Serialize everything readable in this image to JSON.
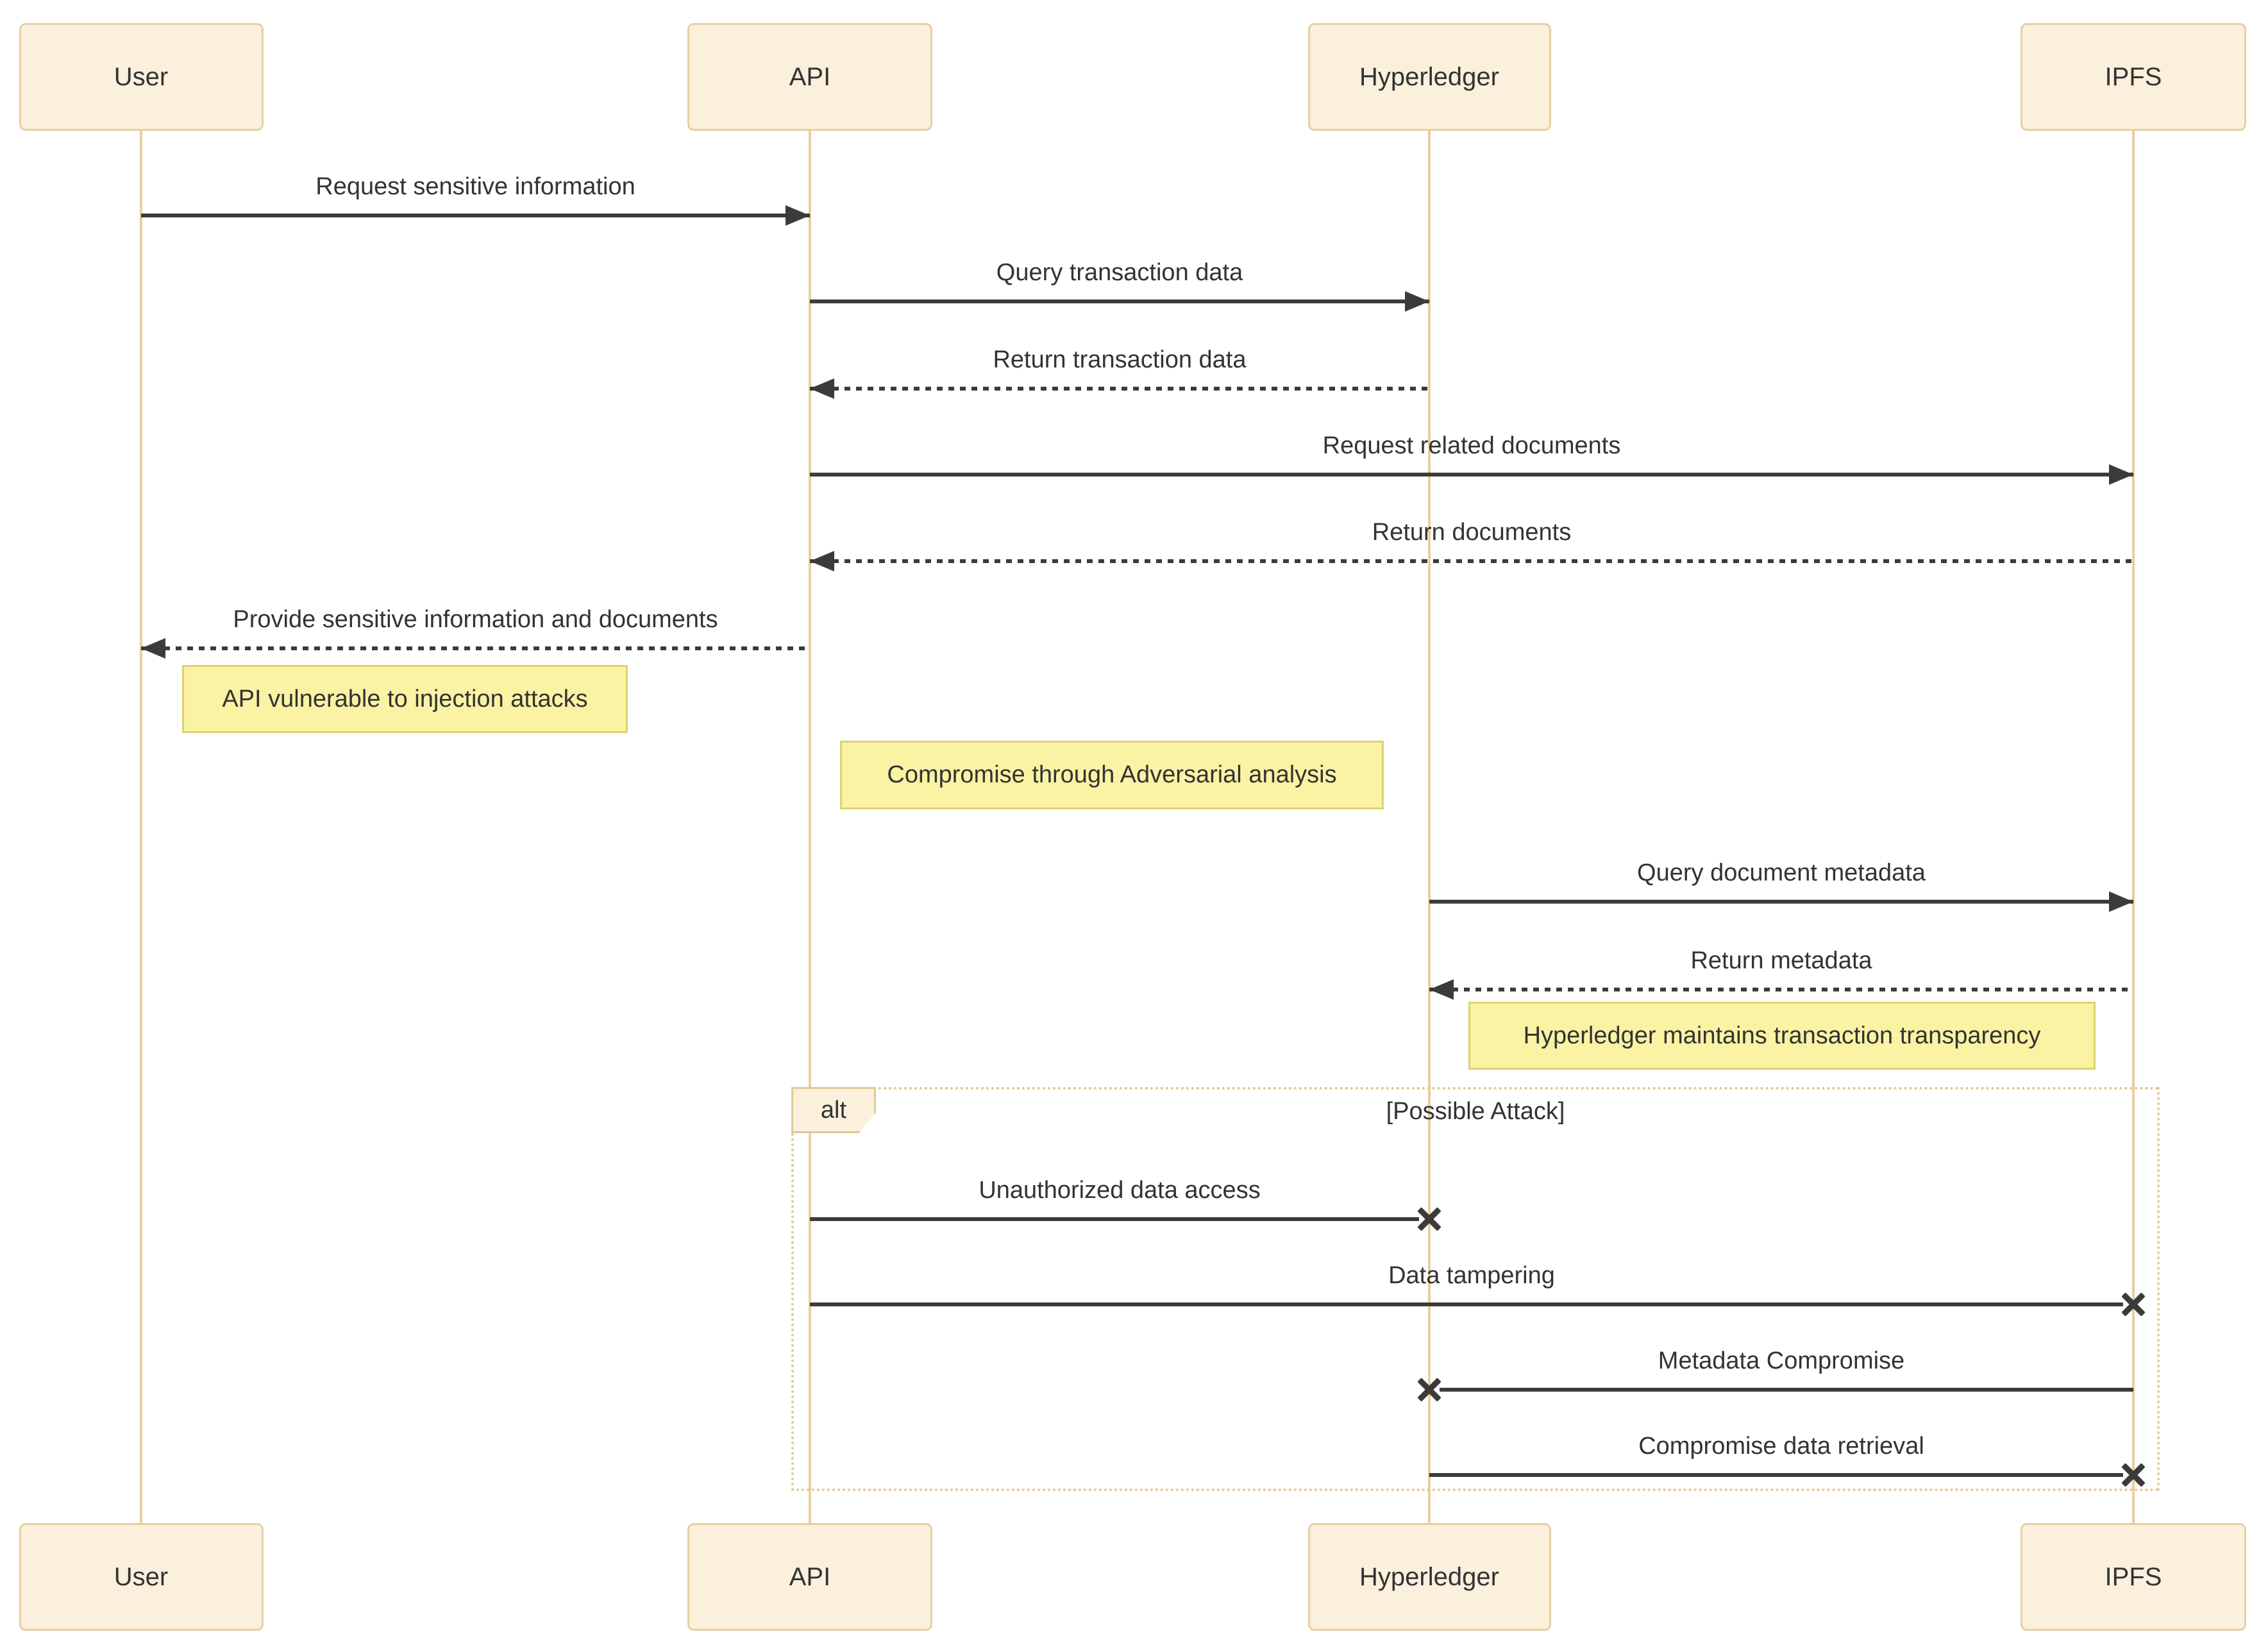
{
  "diagram": {
    "type": "sequence",
    "actors": [
      {
        "name": "User"
      },
      {
        "name": "API"
      },
      {
        "name": "Hyperledger"
      },
      {
        "name": "IPFS"
      }
    ],
    "messages": [
      {
        "from": "User",
        "to": "API",
        "label": "Request sensitive information",
        "line": "solid",
        "end": "arrow"
      },
      {
        "from": "API",
        "to": "Hyperledger",
        "label": "Query transaction data",
        "line": "solid",
        "end": "arrow"
      },
      {
        "from": "Hyperledger",
        "to": "API",
        "label": "Return transaction data",
        "line": "dotted",
        "end": "arrow"
      },
      {
        "from": "API",
        "to": "IPFS",
        "label": "Request related documents",
        "line": "solid",
        "end": "arrow"
      },
      {
        "from": "IPFS",
        "to": "API",
        "label": "Return documents",
        "line": "dotted",
        "end": "arrow"
      },
      {
        "from": "API",
        "to": "User",
        "label": "Provide sensitive information and documents",
        "line": "dotted",
        "end": "arrow"
      },
      {
        "from": "Hyperledger",
        "to": "IPFS",
        "label": "Query document metadata",
        "line": "solid",
        "end": "arrow"
      },
      {
        "from": "IPFS",
        "to": "Hyperledger",
        "label": "Return metadata",
        "line": "dotted",
        "end": "arrow"
      },
      {
        "from": "API",
        "to": "Hyperledger",
        "label": "Unauthorized data access",
        "line": "solid",
        "end": "cross"
      },
      {
        "from": "API",
        "to": "IPFS",
        "label": "Data tampering",
        "line": "solid",
        "end": "cross"
      },
      {
        "from": "IPFS",
        "to": "Hyperledger",
        "label": "Metadata Compromise",
        "line": "solid",
        "end": "cross"
      },
      {
        "from": "Hyperledger",
        "to": "IPFS",
        "label": "Compromise data retrieval",
        "line": "solid",
        "end": "cross"
      }
    ],
    "notes": [
      {
        "position": "right of User",
        "text": "API vulnerable to injection attacks"
      },
      {
        "position": "over API,Hyperledger",
        "text": "Compromise through Adversarial analysis"
      },
      {
        "position": "over Hyperledger,IPFS",
        "text": "Hyperledger maintains transaction transparency"
      }
    ],
    "frame": {
      "label": "alt",
      "condition": "[Possible Attack]"
    },
    "colors": {
      "actor_fill": "#faf0dc",
      "actor_border": "#e8cfa2",
      "lifeline": "#e6cfa4",
      "note_fill": "#faf3a3",
      "note_border": "#ddd36e",
      "line": "#3b3b3b",
      "text": "#333333",
      "frame_border": "#e2c897"
    }
  }
}
